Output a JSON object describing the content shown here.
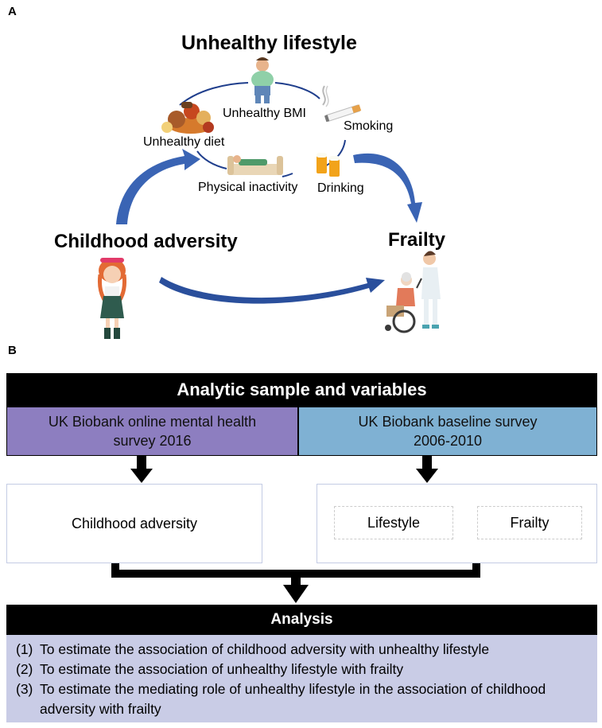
{
  "panel_a": {
    "label": "A",
    "title": "Unhealthy lifestyle",
    "factors": {
      "bmi": "Unhealthy BMI",
      "smoking": "Smoking",
      "diet": "Unhealthy diet",
      "inactivity": "Physical inactivity",
      "drinking": "Drinking"
    },
    "exposure": "Childhood adversity",
    "outcome": "Frailty",
    "colors": {
      "arrow": "#2f5aa8",
      "arrow_dark": "#1e3f86",
      "cycle_line": "#1f3e8c"
    },
    "icons": [
      "overweight-person-icon",
      "cigarette-icon",
      "junk-food-icon",
      "couch-person-icon",
      "beer-mugs-icon",
      "crying-child-icon",
      "wheelchair-elderly-icon"
    ]
  },
  "panel_b": {
    "label": "B",
    "header": "Analytic sample and variables",
    "source_left": "UK Biobank online mental health survey 2016",
    "source_right": "UK Biobank baseline survey 2006-2010",
    "var_left": "Childhood adversity",
    "var_right_1": "Lifestyle",
    "var_right_2": "Frailty",
    "analysis_header": "Analysis",
    "analysis_items": [
      {
        "num": "(1)",
        "text": "To estimate the association of childhood adversity with unhealthy lifestyle"
      },
      {
        "num": "(2)",
        "text": "To estimate the association of unhealthy lifestyle with frailty"
      },
      {
        "num": "(3)",
        "text": "To estimate the mediating role of unhealthy lifestyle in the association of childhood adversity with frailty"
      }
    ],
    "colors": {
      "purple": "#8d7ec0",
      "blue": "#7fb1d3",
      "analysis_bg": "#c9cce6",
      "header_bg": "#000000"
    }
  }
}
